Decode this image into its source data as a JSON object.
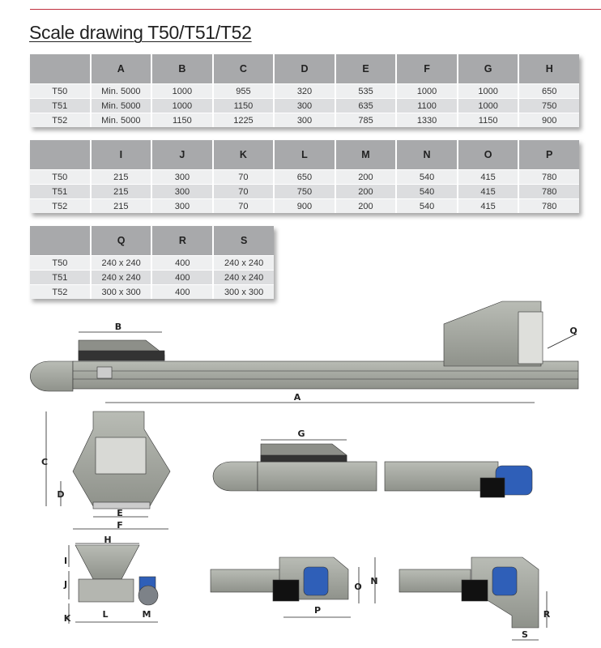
{
  "title": "Scale drawing T50/T51/T52",
  "tables": [
    {
      "headers": [
        "",
        "A",
        "B",
        "C",
        "D",
        "E",
        "F",
        "G",
        "H"
      ],
      "rows": [
        [
          "T50",
          "Min. 5000",
          "1000",
          "955",
          "320",
          "535",
          "1000",
          "1000",
          "650"
        ],
        [
          "T51",
          "Min. 5000",
          "1000",
          "1150",
          "300",
          "635",
          "1100",
          "1000",
          "750"
        ],
        [
          "T52",
          "Min. 5000",
          "1150",
          "1225",
          "300",
          "785",
          "1330",
          "1150",
          "900"
        ]
      ]
    },
    {
      "headers": [
        "",
        "I",
        "J",
        "K",
        "L",
        "M",
        "N",
        "O",
        "P"
      ],
      "rows": [
        [
          "T50",
          "215",
          "300",
          "70",
          "650",
          "200",
          "540",
          "415",
          "780"
        ],
        [
          "T51",
          "215",
          "300",
          "70",
          "750",
          "200",
          "540",
          "415",
          "780"
        ],
        [
          "T52",
          "215",
          "300",
          "70",
          "900",
          "200",
          "540",
          "415",
          "780"
        ]
      ]
    },
    {
      "headers": [
        "",
        "Q",
        "R",
        "S"
      ],
      "rows": [
        [
          "T50",
          "240 x 240",
          "400",
          "240 x 240"
        ],
        [
          "T51",
          "240 x 240",
          "400",
          "240 x 240"
        ],
        [
          "T52",
          "300 x 300",
          "400",
          "300 x 300"
        ]
      ]
    }
  ],
  "drawing_labels": {
    "A": "A",
    "B": "B",
    "C": "C",
    "D": "D",
    "E": "E",
    "F": "F",
    "G": "G",
    "H": "H",
    "I": "I",
    "J": "J",
    "K": "K",
    "L": "L",
    "M": "M",
    "N": "N",
    "O": "O",
    "P": "P",
    "Q": "Q",
    "R": "R",
    "S": "S"
  },
  "colors": {
    "rule": "#c0303f",
    "header": "#a8a9ab",
    "steel": "#a3a69f",
    "motor_blue": "#2f5fb8"
  }
}
